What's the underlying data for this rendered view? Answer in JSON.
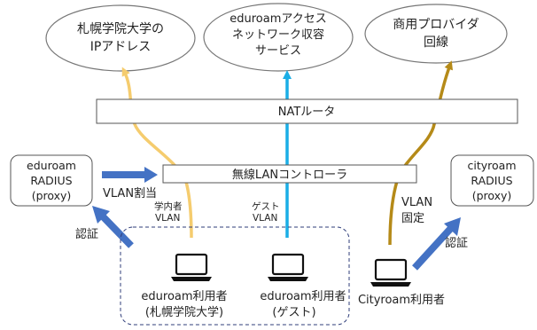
{
  "clouds": {
    "sapporo": {
      "line1": "札幌学院大学の",
      "line2": "IPアドレス"
    },
    "eduroam_service": {
      "line1": "eduroamアクセス",
      "line2": "ネットワーク収容",
      "line3": "サービス"
    },
    "commercial": {
      "line1": "商用プロバイダ",
      "line2": "回線"
    }
  },
  "nat_router": {
    "label": "NATルータ"
  },
  "wlan_controller": {
    "label": "無線LANコントローラ"
  },
  "radius_left": {
    "line1": "eduroam",
    "line2": "RADIUS",
    "line3": "(proxy)"
  },
  "radius_right": {
    "line1": "cityroam",
    "line2": "RADIUS",
    "line3": "(proxy)"
  },
  "labels": {
    "vlan_assign": "VLAN割当",
    "auth_left": "認証",
    "auth_right": "認証",
    "campus_vlan_l1": "学内者",
    "campus_vlan_l2": "VLAN",
    "guest_vlan_l1": "ゲスト",
    "guest_vlan_l2": "VLAN",
    "vlan_fixed_l1": "VLAN",
    "vlan_fixed_l2": "固定"
  },
  "users": {
    "campus": {
      "line1": "eduroam利用者",
      "line2": "(札幌学院大学)"
    },
    "guest": {
      "line1": "eduroam利用者",
      "line2": "(ゲスト)"
    },
    "cityroam": {
      "line1": "Cityroam利用者"
    }
  },
  "colors": {
    "campus_line": "#f5cc6e",
    "guest_line": "#1aaee6",
    "city_line": "#b58a18",
    "arrow_blue": "#4472c4",
    "dash_border": "#2f3d7a"
  },
  "icons": {
    "laptop": "laptop-icon"
  }
}
